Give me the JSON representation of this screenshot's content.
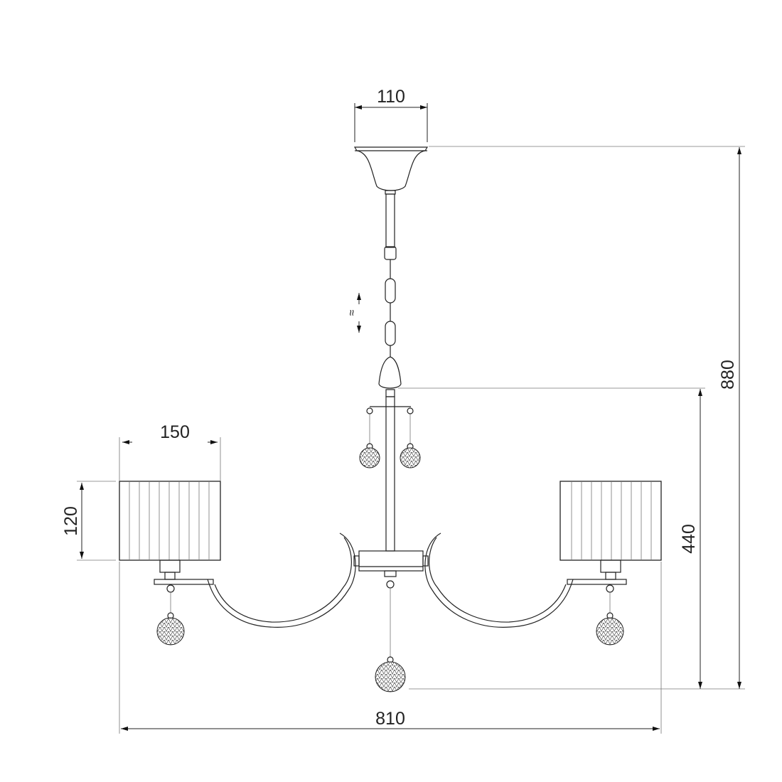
{
  "drawing": {
    "subject": "chandelier",
    "dimensions": {
      "canopy_width": "110",
      "total_height": "880",
      "body_height": "440",
      "shade_width": "150",
      "shade_height": "120",
      "total_width": "810",
      "chain_adjustable": "≈"
    },
    "colors": {
      "line": "#222222",
      "background": "#ffffff"
    }
  }
}
